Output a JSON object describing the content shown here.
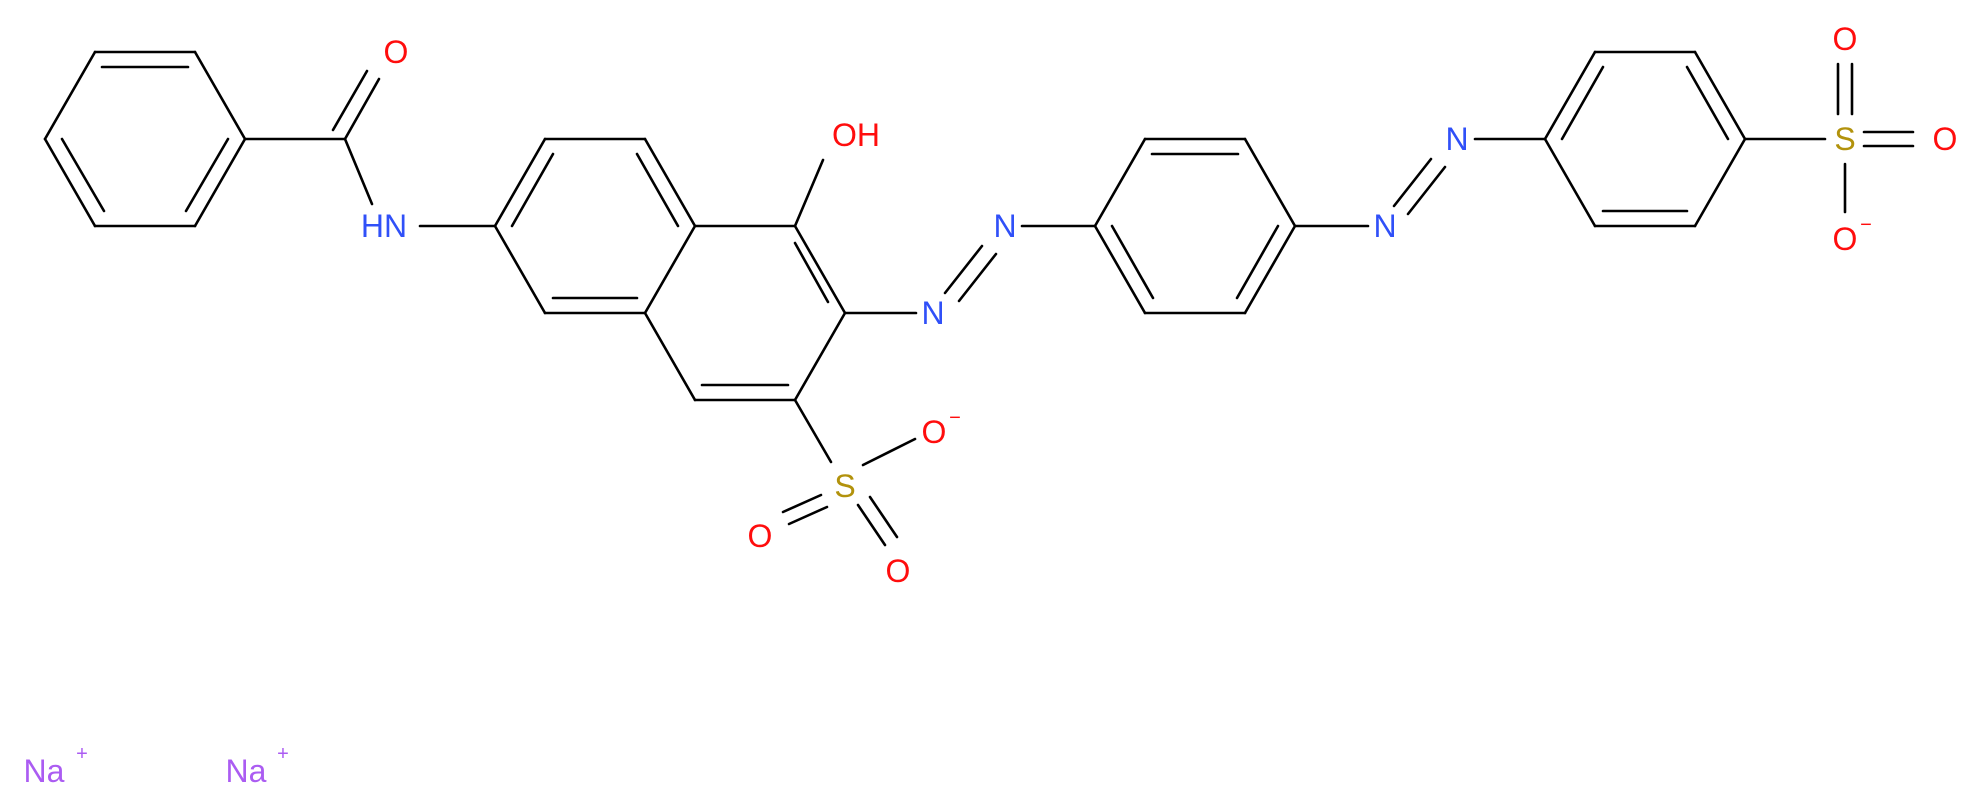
{
  "structure": {
    "colors": {
      "O": "#ff0d0d",
      "N": "#3050f8",
      "S": "#b2920c",
      "Na": "#ab5cf2",
      "C": "#000000"
    },
    "atoms": [
      {
        "id": "o_amide",
        "label": "O",
        "el": "O"
      },
      {
        "id": "n_amide",
        "label": "HN",
        "el": "N"
      },
      {
        "id": "o_hydroxy",
        "label": "OH",
        "el": "O"
      },
      {
        "id": "n_azo1a",
        "label": "N",
        "el": "N"
      },
      {
        "id": "n_azo1b",
        "label": "N",
        "el": "N"
      },
      {
        "id": "n_azo2a",
        "label": "N",
        "el": "N"
      },
      {
        "id": "n_azo2b",
        "label": "N",
        "el": "N"
      },
      {
        "id": "s_sulfo1",
        "label": "S",
        "el": "S"
      },
      {
        "id": "o_sulfo1_minus",
        "label": "O",
        "el": "O",
        "charge": "−"
      },
      {
        "id": "o_sulfo1_a",
        "label": "O",
        "el": "O"
      },
      {
        "id": "o_sulfo1_b",
        "label": "O",
        "el": "O"
      },
      {
        "id": "s_sulfo2",
        "label": "S",
        "el": "S"
      },
      {
        "id": "o_sulfo2_top",
        "label": "O",
        "el": "O"
      },
      {
        "id": "o_sulfo2_right",
        "label": "O",
        "el": "O"
      },
      {
        "id": "o_sulfo2_minus",
        "label": "O",
        "el": "O",
        "charge": "−"
      },
      {
        "id": "na1",
        "label": "Na",
        "el": "Na",
        "charge": "+"
      },
      {
        "id": "na2",
        "label": "Na",
        "el": "Na",
        "charge": "+"
      }
    ]
  }
}
